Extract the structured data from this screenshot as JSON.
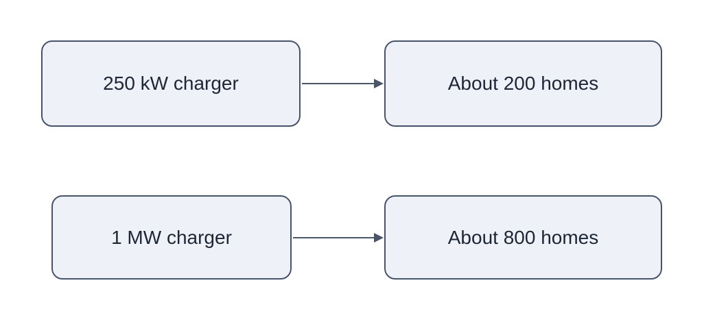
{
  "diagram": {
    "type": "flowchart",
    "direction": "left-to-right",
    "colors": {
      "background": "#ffffff",
      "node_fill": "#eef1f7",
      "node_border": "#47536b",
      "node_text": "#1e2636",
      "arrow": "#4a5568"
    },
    "nodes": [
      {
        "id": "charger-250kw",
        "label": "250 kW charger"
      },
      {
        "id": "homes-200",
        "label": "About 200 homes"
      },
      {
        "id": "charger-1mw",
        "label": "1 MW charger"
      },
      {
        "id": "homes-800",
        "label": "About 800 homes"
      }
    ],
    "edges": [
      {
        "from": "charger-250kw",
        "to": "homes-200",
        "style": "arrow"
      },
      {
        "from": "charger-1mw",
        "to": "homes-800",
        "style": "arrow"
      }
    ]
  }
}
